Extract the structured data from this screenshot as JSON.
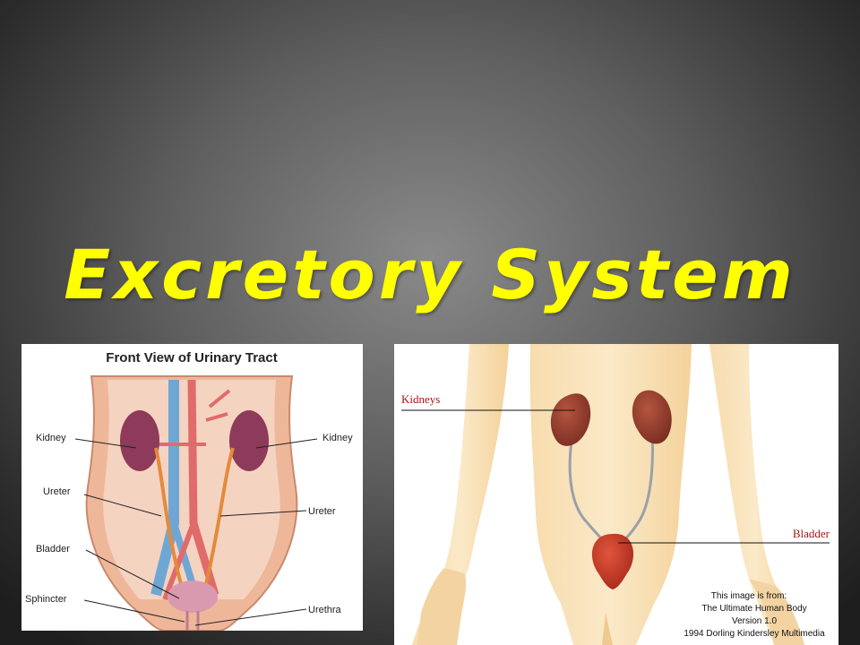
{
  "slide": {
    "title": "Excretory System"
  },
  "left_diagram": {
    "title": "Front View of Urinary Tract",
    "labels": {
      "kidney_left": "Kidney",
      "kidney_right": "Kidney",
      "ureter_left": "Ureter",
      "ureter_right": "Ureter",
      "bladder": "Bladder",
      "sphincter": "Sphincter",
      "urethra": "Urethra"
    }
  },
  "right_diagram": {
    "labels": {
      "kidneys": "Kidneys",
      "bladder": "Bladder"
    },
    "credit": {
      "line1": "This image is from:",
      "line2": "The Ultimate Human Body",
      "line3": "Version 1.0",
      "line4": "1994 Dorling Kindersley Multimedia"
    }
  },
  "colors": {
    "title": "#ffff00",
    "label_red": "#a01818",
    "kidney": "#8e3a3e",
    "bladder": "#c83a28"
  }
}
